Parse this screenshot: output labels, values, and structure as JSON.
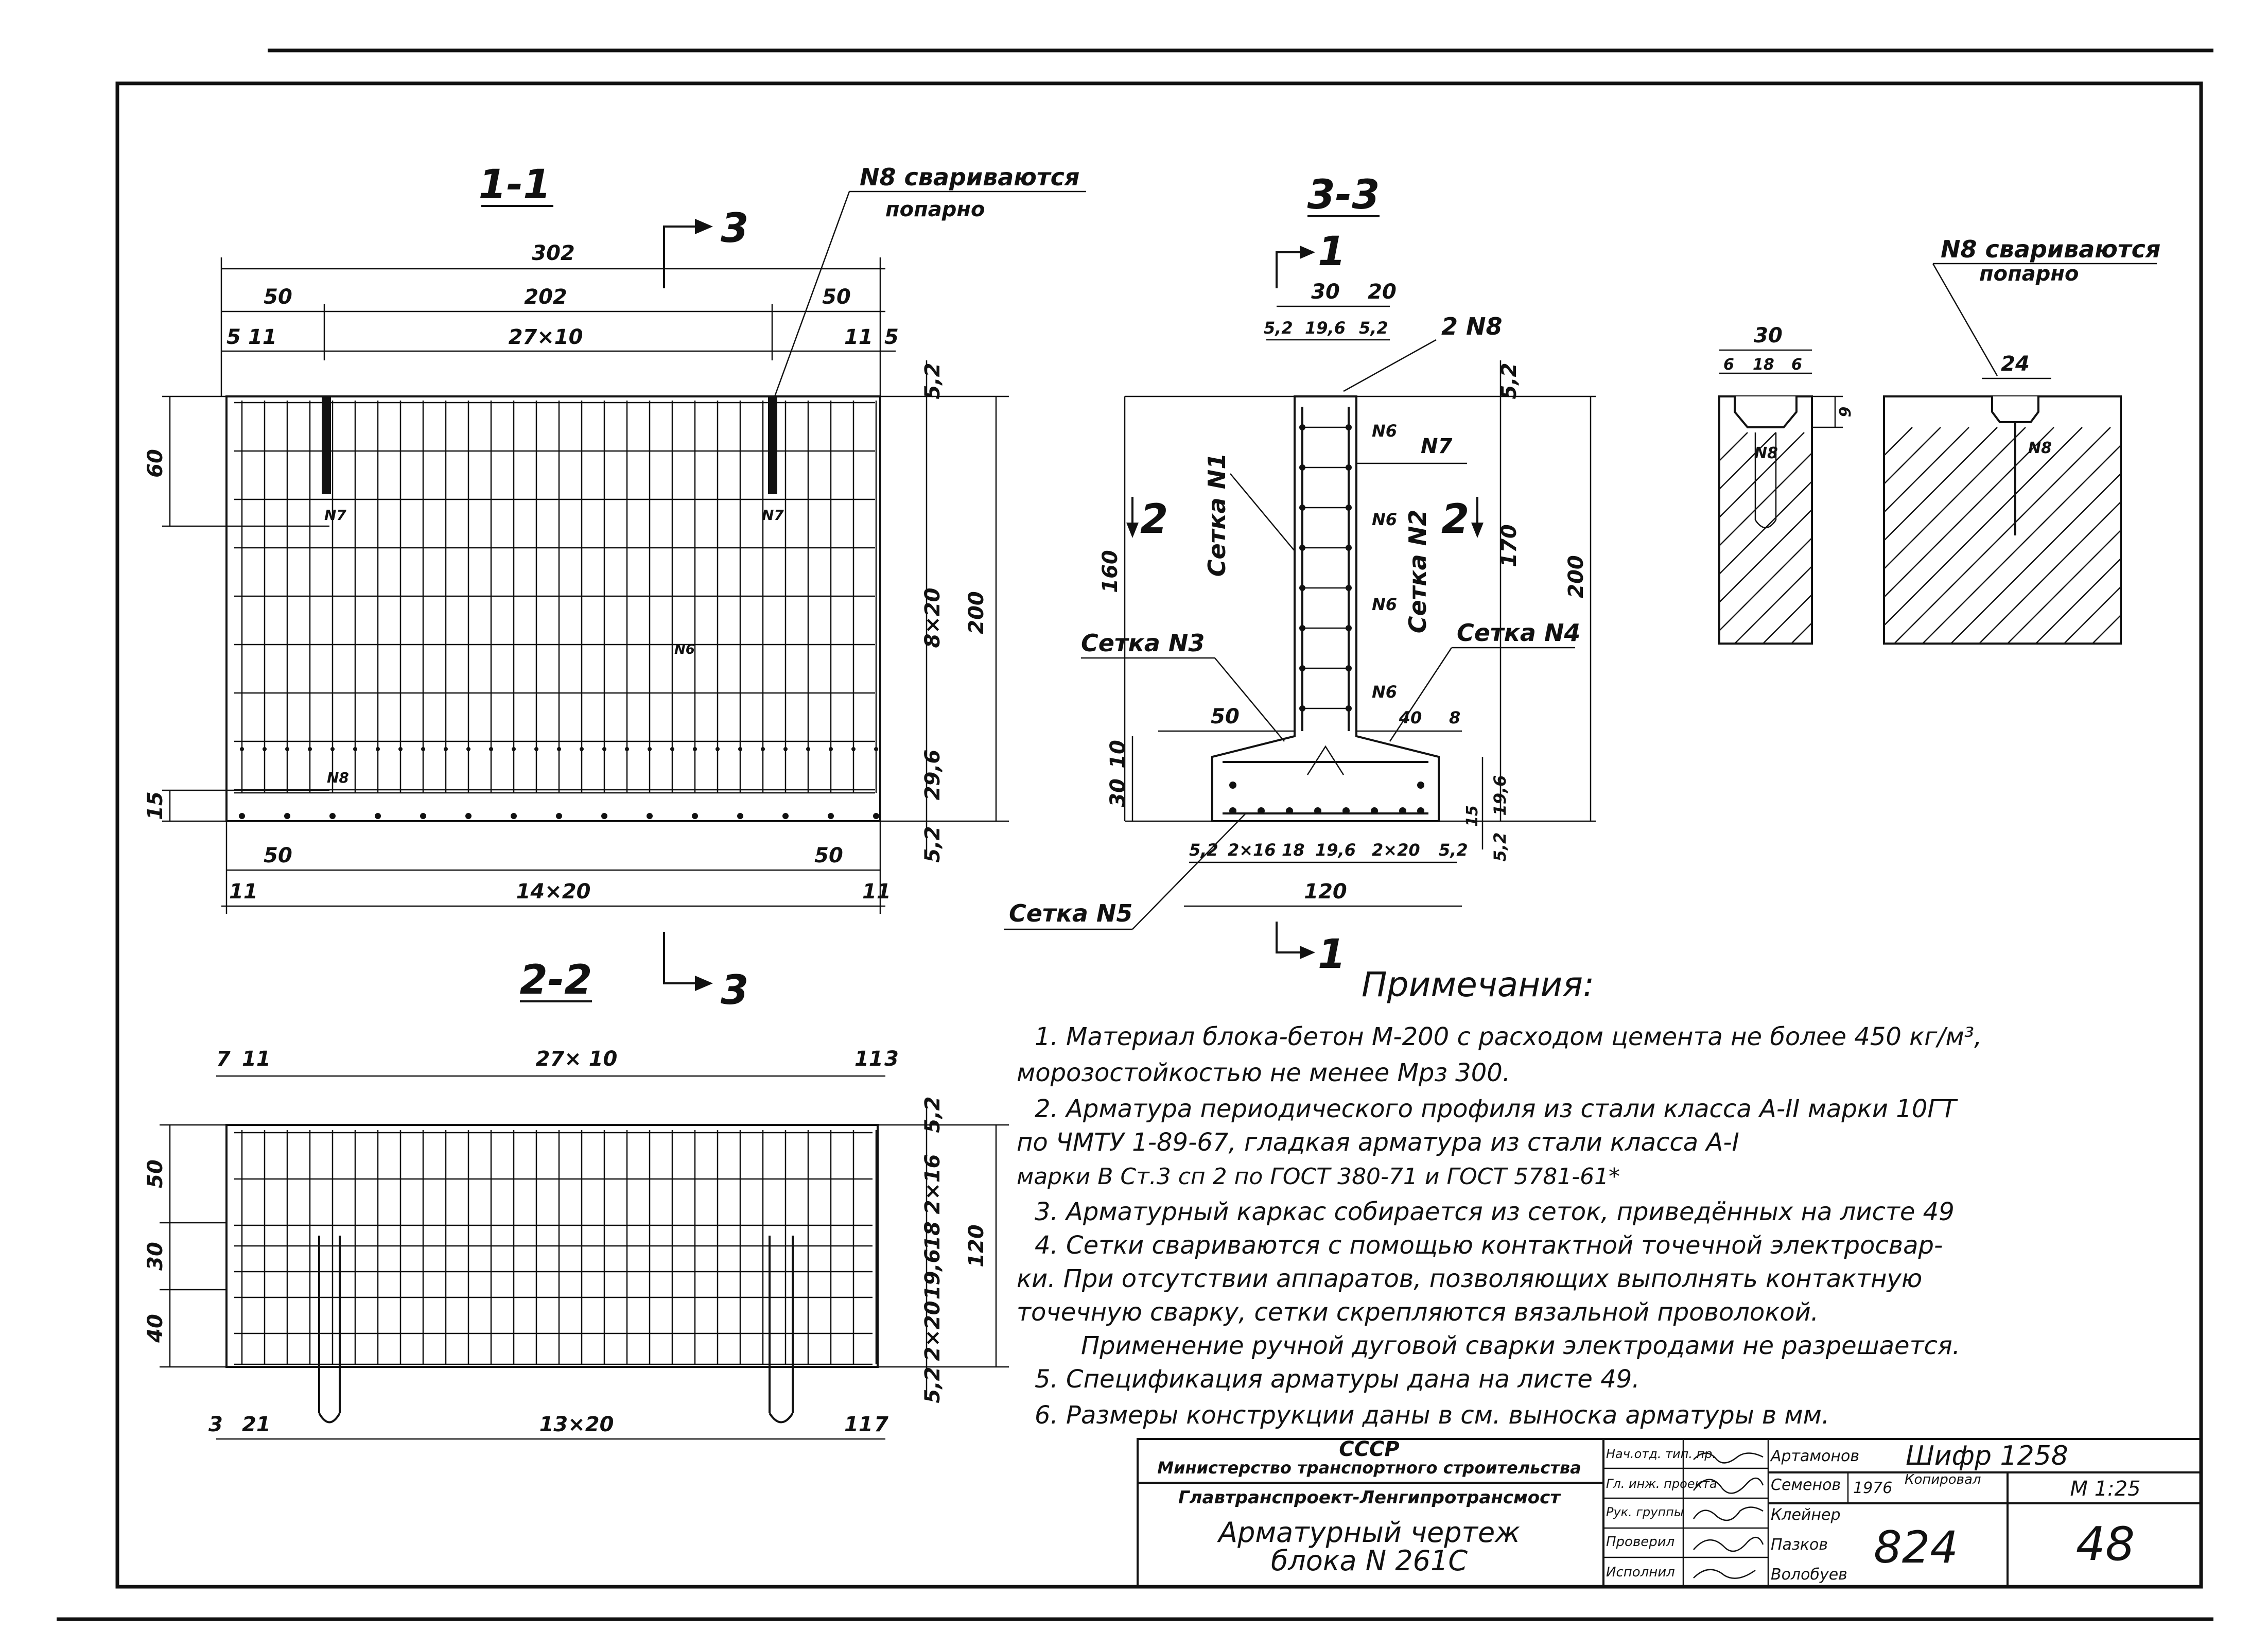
{
  "sections": {
    "s11": {
      "title": "1-1",
      "cut_arrow_top": "3",
      "cut_arrow_bottom": "3",
      "callout": "N8 свариваются",
      "callout_sub": "попарно",
      "dims": {
        "overall": "302",
        "left": "50",
        "middle": "202",
        "right": "50",
        "e5a": "5",
        "e11a": "11",
        "grid": "27×10",
        "e11b": "11",
        "e5b": "5",
        "h52": "5,2",
        "h60": "60",
        "h820": "8×20",
        "h200": "200",
        "h296": "29,6",
        "h15": "15",
        "h52b": "5,2",
        "b50a": "50",
        "b50b": "50",
        "b11a": "11",
        "b1420": "14×20",
        "b11b": "11"
      },
      "marks": {
        "n7a": "N7",
        "n7b": "N7",
        "n6": "N6",
        "n8": "N8"
      }
    },
    "s22": {
      "title": "2-2",
      "dims": {
        "t7": "7",
        "t11": "11",
        "t2710": "27× 10",
        "t11b": "11",
        "t3": "3",
        "h52": "5,2",
        "h50": "50",
        "h216": "2×16",
        "h18": "18",
        "h120": "120",
        "h30": "30",
        "h196": "19,6",
        "h40": "40",
        "h220": "2×20",
        "h52b": "5,2",
        "b3": "3",
        "b21": "21",
        "b1320": "13×20",
        "b11": "11",
        "b7": "7"
      }
    },
    "s33": {
      "title": "3-3",
      "cut_top": "1",
      "cut_bottom": "1",
      "cut_left": "2",
      "cut_right": "2",
      "dims": {
        "t30": "30",
        "t20": "20",
        "t52a": "5,2",
        "t196": "19,6",
        "t52b": "5,2",
        "n8": "2 N8",
        "h52": "5,2",
        "h160": "160",
        "h170": "170",
        "h200": "200",
        "h10": "10",
        "h30": "30",
        "w50": "50",
        "w40": "40",
        "w8": "8",
        "r15": "15",
        "r196": "19,6",
        "r52": "5,2",
        "b52a": "5,2",
        "b216": "2×16",
        "b18": "18",
        "b196": "19,6",
        "b220": "2×20",
        "b52b": "5,2",
        "b120": "120"
      },
      "labels": {
        "setka1": "Сетка N1",
        "setka2": "Сетка N2",
        "setka3": "Сетка N3",
        "setka4": "Сетка N4",
        "setka5": "Сетка N5",
        "n6a": "N6",
        "n7": "N7",
        "n6b": "N6",
        "n6c": "N6",
        "n6d": "N6"
      }
    },
    "detail": {
      "callout": "N8 свариваются",
      "callout_sub": "попарно",
      "d30": "30",
      "d6a": "6",
      "d18": "18",
      "d6b": "6",
      "d9": "9",
      "n8": "N8",
      "d24": "24",
      "n8b": "N8"
    }
  },
  "notes": {
    "heading": "Примечания:",
    "lines": [
      "1. Материал блока-бетон М-200 с расходом цемента не более 450 кг/м³,",
      "морозостойкостью не менее Мрз 300.",
      "2. Арматура периодического профиля из стали класса А-II марки 10ГТ",
      "по ЧМТУ 1-89-67, гладкая арматура из стали класса А-I",
      "марки В Ст.3 сп 2 по ГОСТ 380-71 и ГОСТ 5781-61*",
      "3. Арматурный каркас собирается из сеток, приведённых на листе 49",
      "4. Сетки свариваются с помощью контактной точечной электросвар-",
      "ки. При отсутствии аппаратов, позволяющих выполнять контактную",
      "точечную сварку, сетки скрепляются вязальной проволокой.",
      "Применение ручной дуговой сварки электродами не разрешается.",
      "5. Спецификация арматуры дана на листе 49.",
      "6. Размеры конструкции даны в см. выноска арматуры в мм."
    ]
  },
  "title_block": {
    "org1": "СССР",
    "org2": "Министерство транспортного строительства",
    "org3": "Главтранспроект-Ленгипротрансмост",
    "drawing_title_1": "Арматурный чертеж",
    "drawing_title_2": "блока N 261С",
    "roles": [
      "Нач.отд. тип. пр.",
      "Гл. инж. проекта",
      "Рук. группы",
      "Проверил",
      "Исполнил"
    ],
    "names": [
      "Артамонов",
      "Семенов",
      "Клейнер",
      "Пазков",
      "Волобуев"
    ],
    "code": "Шифр 1258",
    "year": "1976",
    "copy_label": "Копировал",
    "scale": "М 1:25",
    "album": "824",
    "sheet": "48"
  }
}
